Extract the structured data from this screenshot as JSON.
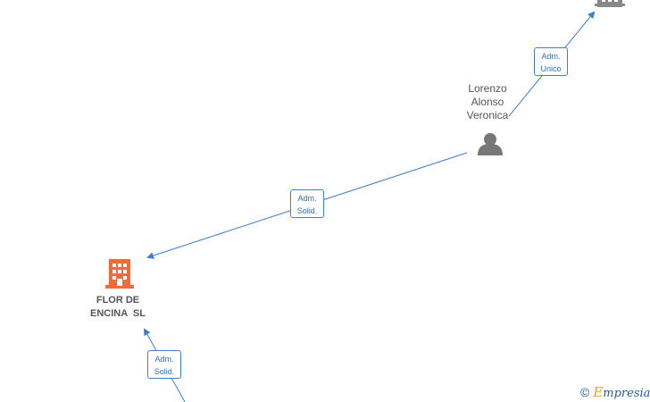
{
  "nodes": {
    "person": {
      "name_lines": [
        "Lorenzo",
        "Alonso",
        "Veronica"
      ]
    },
    "company": {
      "name_lines": [
        "FLOR DE",
        "ENCINA  SL"
      ]
    }
  },
  "edges": [
    {
      "role_lines": [
        "Adm.",
        "Unico"
      ]
    },
    {
      "role_lines": [
        "Adm.",
        "Solid."
      ]
    },
    {
      "role_lines": [
        "Adm.",
        "Solid."
      ]
    }
  ],
  "colors": {
    "edge": "#3d7fd1",
    "company_icon": "#f26a35",
    "person_icon": "#777777",
    "top_company_icon": "#888888"
  },
  "watermark": {
    "copyright": "©",
    "brand_first": "E",
    "brand_rest": "mpresia"
  }
}
